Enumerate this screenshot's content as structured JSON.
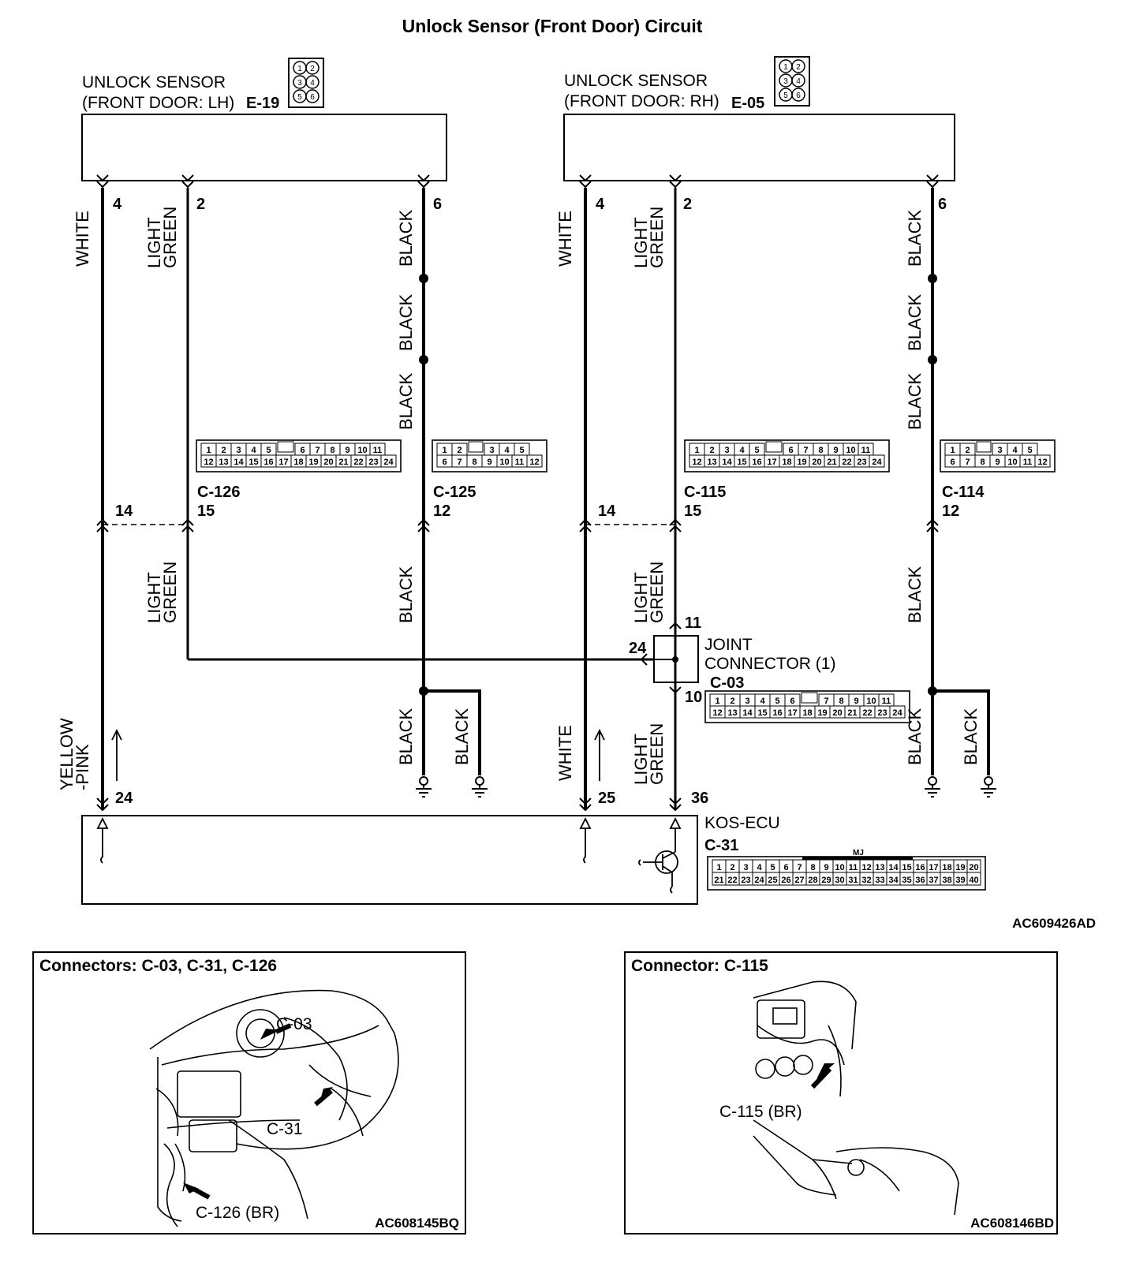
{
  "title": "Unlock Sensor (Front Door) Circuit",
  "sensor_lh": {
    "line1": "UNLOCK SENSOR",
    "line2": "(FRONT DOOR: LH)",
    "conn": "E-19"
  },
  "sensor_rh": {
    "line1": "UNLOCK SENSOR",
    "line2": "(FRONT DOOR: RH)",
    "conn": "E-05"
  },
  "sensor_pins": [
    "4",
    "2",
    "6"
  ],
  "small_conn_pins": [
    "1",
    "2",
    "3",
    "4",
    "5",
    "6"
  ],
  "wires": {
    "white": "WHITE",
    "light": "LIGHT",
    "green": "GREEN",
    "black": "BLACK",
    "yellow": "YELLOW",
    "pink": "-PINK"
  },
  "connectors": {
    "c126": "C-126",
    "c125": "C-125",
    "c115": "C-115",
    "c114": "C-114",
    "c03": "C-03",
    "c31": "C-31"
  },
  "c126_pins": {
    "top": [
      "1",
      "2",
      "3",
      "4",
      "5",
      "6",
      "7",
      "8",
      "9",
      "10",
      "11"
    ],
    "bottom": [
      "12",
      "13",
      "14",
      "15",
      "16",
      "17",
      "18",
      "19",
      "20",
      "21",
      "22",
      "23",
      "24"
    ]
  },
  "c125_pins": {
    "top": [
      "1",
      "2",
      "3",
      "4",
      "5"
    ],
    "bottom": [
      "6",
      "7",
      "8",
      "9",
      "10",
      "11",
      "12"
    ]
  },
  "c03_pins": {
    "top": [
      "1",
      "2",
      "3",
      "4",
      "5",
      "6",
      "7",
      "8",
      "9",
      "10",
      "11"
    ],
    "bottom": [
      "12",
      "13",
      "14",
      "15",
      "16",
      "17",
      "18",
      "19",
      "20",
      "21",
      "22",
      "23",
      "24"
    ]
  },
  "c31_pins": {
    "top": [
      "1",
      "2",
      "3",
      "4",
      "5",
      "6",
      "7",
      "8",
      "9",
      "10",
      "11",
      "12",
      "13",
      "14",
      "15",
      "16",
      "17",
      "18",
      "19",
      "20"
    ],
    "bottom": [
      "21",
      "22",
      "23",
      "24",
      "25",
      "26",
      "27",
      "28",
      "29",
      "30",
      "31",
      "32",
      "33",
      "34",
      "35",
      "36",
      "37",
      "38",
      "39",
      "40"
    ],
    "mark": "MJ"
  },
  "pin_numbers": {
    "p14": "14",
    "p15": "15",
    "p12": "12",
    "p11": "11",
    "p24": "24",
    "p10": "10",
    "ecu_24": "24",
    "ecu_25": "25",
    "ecu_36": "36"
  },
  "joint": {
    "line1": "JOINT",
    "line2": "CONNECTOR (1)"
  },
  "ecu": {
    "name": "KOS-ECU"
  },
  "figure_ref": "AC609426AD",
  "panel_left": {
    "title": "Connectors: C-03, C-31, C-126",
    "callouts": [
      "C-03",
      "C-31",
      "C-126 (BR)"
    ],
    "ref": "AC608145BQ"
  },
  "panel_right": {
    "title": "Connector: C-115",
    "callouts": [
      "C-115 (BR)"
    ],
    "ref": "AC608146BD"
  }
}
